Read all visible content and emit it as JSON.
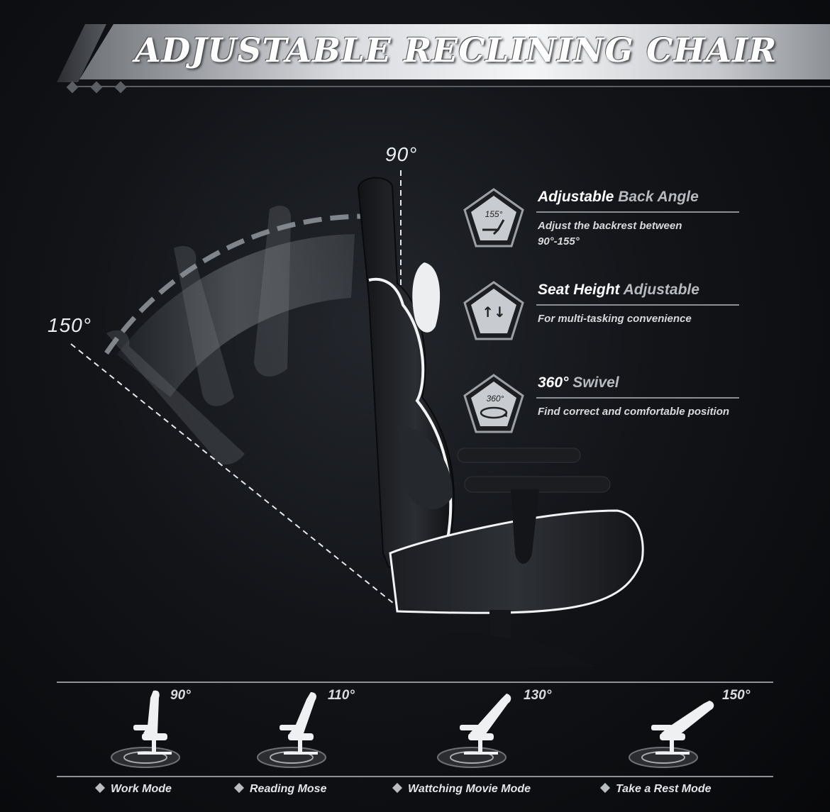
{
  "banner": {
    "title": "ADJUSTABLE RECLINING CHAIR"
  },
  "angles": {
    "upright": "90°",
    "reclined": "150°"
  },
  "features": [
    {
      "title_bold": "Adjustable",
      "title_rest": " Back Angle",
      "desc_lines": [
        "Adjust the backrest between",
        "90°-155°"
      ],
      "icon": "recline-angle-icon",
      "icon_text": "155°"
    },
    {
      "title_bold": "Seat Height",
      "title_rest": " Adjustable",
      "desc_lines": [
        "For multi-tasking convenience"
      ],
      "icon": "height-arrows-icon",
      "icon_text": "↑↓"
    },
    {
      "title_bold": "360°",
      "title_rest": " Swivel",
      "desc_lines": [
        "Find correct and comfortable position"
      ],
      "icon": "swivel-icon",
      "icon_text": "360°"
    }
  ],
  "modes": [
    {
      "deg": "90°",
      "label": "Work Mode"
    },
    {
      "deg": "110°",
      "label": "Reading Mose"
    },
    {
      "deg": "130°",
      "label": "Wattching Movie Mode"
    },
    {
      "deg": "150°",
      "label": "Take a Rest Mode"
    }
  ],
  "colors": {
    "background": "#0b0c0f",
    "accent": "#ffffff",
    "muted": "#b7babf"
  }
}
